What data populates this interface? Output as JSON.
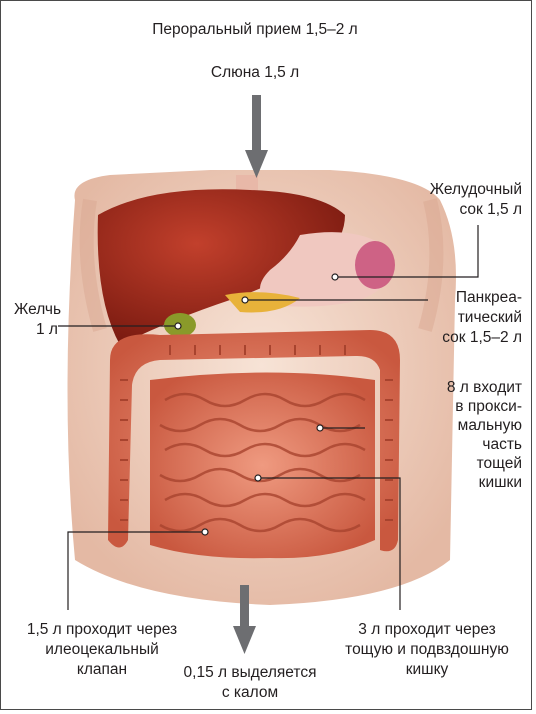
{
  "labels": {
    "oral_intake": "Пероральный прием 1,5–2 л",
    "saliva": "Слюна 1,5 л",
    "gastric": [
      "Желудочный",
      "сок 1,5 л"
    ],
    "bile": [
      "Желчь",
      "1 л"
    ],
    "pancreatic": [
      "Панкреа-",
      "тический",
      "сок 1,5–2 л"
    ],
    "jejunum": [
      "8 л входит",
      "в прокси-",
      "мальную",
      "часть",
      "тощей",
      "кишки"
    ],
    "ileocecal": [
      "1,5 л проходит через",
      "илеоцекальный",
      "клапан"
    ],
    "feces": [
      "0,15 л выделяется",
      "с калом"
    ],
    "ileum": [
      "3 л проходит через",
      "тощую и подвздошную",
      "кишку"
    ]
  },
  "colors": {
    "liver": "#9c2418",
    "small_intestine": "#d9795e",
    "colon": "#e07c63",
    "skin": "#f2d5c4",
    "gallbladder": "#8a9a2a",
    "pancreas": "#e8b23a",
    "stomach": "#f0c8c0",
    "arrow": "#6d6e71",
    "leader_line": "#231f20"
  }
}
